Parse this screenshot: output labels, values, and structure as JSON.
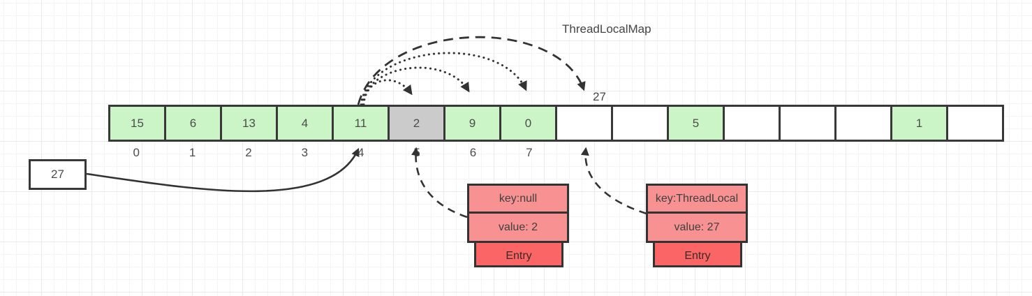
{
  "title": "ThreadLocalMap",
  "hash_probe_label": "27",
  "source_box": {
    "label": "27"
  },
  "array": {
    "cells": [
      {
        "value": "15",
        "fill": "#ccf5c7"
      },
      {
        "value": "6",
        "fill": "#ccf5c7"
      },
      {
        "value": "13",
        "fill": "#ccf5c7"
      },
      {
        "value": "4",
        "fill": "#ccf5c7"
      },
      {
        "value": "11",
        "fill": "#ccf5c7"
      },
      {
        "value": "2",
        "fill": "#cbcbcb"
      },
      {
        "value": "9",
        "fill": "#ccf5c7"
      },
      {
        "value": "0",
        "fill": "#ccf5c7"
      },
      {
        "value": "",
        "fill": "#ffffff"
      },
      {
        "value": "",
        "fill": "#ffffff"
      },
      {
        "value": "5",
        "fill": "#ccf5c7"
      },
      {
        "value": "",
        "fill": "#ffffff"
      },
      {
        "value": "",
        "fill": "#ffffff"
      },
      {
        "value": "",
        "fill": "#ffffff"
      },
      {
        "value": "1",
        "fill": "#ccf5c7"
      },
      {
        "value": "",
        "fill": "#ffffff"
      }
    ],
    "index_labels": [
      "0",
      "1",
      "2",
      "3",
      "4",
      "5",
      "6",
      "7"
    ]
  },
  "entries": [
    {
      "key": "key:null",
      "value": "value: 2",
      "footer": "Entry"
    },
    {
      "key": "key:ThreadLocal",
      "value": "value: 27",
      "footer": "Entry"
    }
  ],
  "colors": {
    "slot_green": "#ccf5c7",
    "slot_gray": "#cbcbcb",
    "entry_salmon": "#f89191",
    "entry_red": "#fb6565",
    "stroke": "#333333"
  }
}
